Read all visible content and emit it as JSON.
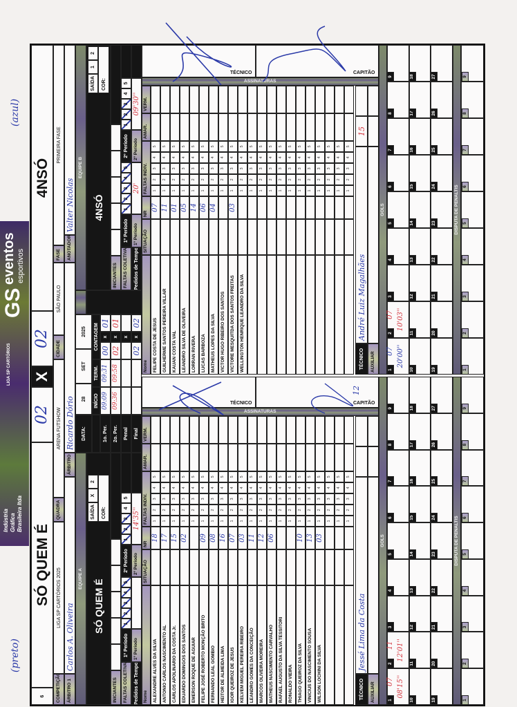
{
  "logo": {
    "igb_1": "Indústria",
    "igb_2": "Gráfica",
    "igb_3": "Brasileira ltda",
    "gs": "GS",
    "eventos": "eventos",
    "esportivos": "esportivos",
    "liga": "LIGA SP CARTÓRIOS"
  },
  "notes": {
    "preto": "(preto)",
    "azul": "(azul)"
  },
  "header": {
    "sheet_no": "6",
    "team_a": "SÓ QUEM É",
    "score_a": "02",
    "vs": "X",
    "score_b": "02",
    "team_b": "4NSÓ"
  },
  "info": {
    "competicao_label": "COMPETIÇÃO",
    "competicao": "LIGA SP CARTÓRIOS 2025",
    "quadra_label": "QUADRA",
    "quadra": "ARENA FUTSHOW",
    "cidade_label": "CIDADE",
    "cidade": "SÃO PAULO",
    "fase_label": "FASE",
    "fase": "PRIMEIRA FASE",
    "arbitro1_label": "ÁRBITRO 1",
    "arbitro1": "Carlos A. Oliveira",
    "arbitro2_label": "ÁRBITRO 2",
    "arbitro2": "Ricardo Dório",
    "anotador_label": "ANOTADOR",
    "anotador": "Valter Nicolas"
  },
  "match": {
    "data_label": "DATA:",
    "day": "28",
    "month": "SET",
    "year": "2025",
    "inicio_label": "INÍCIO",
    "term_label": "TERM.",
    "contagem_label": "CONTAGEM",
    "x": "x",
    "periods": [
      {
        "label": "1o. Per.",
        "inicio": "09:09",
        "term": "09:31",
        "a": "00",
        "b": "01",
        "ink": "blue"
      },
      {
        "label": "2o. Per.",
        "inicio": "09:36",
        "term": "09:58",
        "a": "02",
        "b": "01",
        "ink": "red"
      },
      {
        "label": "Penal",
        "inicio": "",
        "term": "",
        "a": "",
        "b": "",
        "ink": "blue"
      },
      {
        "label": "Final",
        "inicio": "",
        "term": "",
        "a": "02",
        "b": "02",
        "ink": "black"
      }
    ]
  },
  "labels": {
    "saida": "SAÍDA",
    "cor": "COR:",
    "iniciantes": "INICIANTES",
    "faltas_coletivas": "FALTAS COLETIVAS",
    "periodo1": "1º Período",
    "periodo2": "2º Período",
    "pedidos": "Pedidos de Tempo",
    "nome": "Nome",
    "situacao": "SITUAÇÃO",
    "nr": "NR",
    "faltas_indiv": "FALTAS INDIV.",
    "amar": "AMAR.",
    "verm": "VERM.",
    "assinaturas": "ASSINATURAS",
    "tecnico": "TÉCNICO",
    "capitao": "CAPITÃO",
    "auxiliar": "AUXILIAR",
    "gols": "GOLS",
    "penaltis": "DISPUTA DE PENALTIS",
    "foul_numbers": [
      "1",
      "2",
      "3",
      "4",
      "5"
    ],
    "goal_numbers": [
      "1",
      "2",
      "3",
      "4",
      "5",
      "6",
      "7",
      "8",
      "9",
      "10",
      "11",
      "12",
      "13",
      "14",
      "15",
      "16",
      "17",
      "18",
      "19",
      "20",
      "21",
      "22",
      "23",
      "24",
      "25",
      "26",
      "27"
    ],
    "penalty_numbers": [
      "1",
      "2",
      "3",
      "4",
      "5",
      "6",
      "7",
      "8",
      "9"
    ]
  },
  "teams": [
    {
      "equipe_label": "EQUIPE A",
      "name": "SÓ QUEM É",
      "saida": [
        "X",
        "2"
      ],
      "faltas_coletivas": {
        "p1": 5,
        "p2": 3
      },
      "pedidos": {
        "p1": "",
        "p2": "14'35''"
      },
      "players": [
        {
          "name": "ALEXANDRE ALVES DA SILVA",
          "nr": "18"
        },
        {
          "name": "ANTONIO CARLOS NASCIMENTO AL",
          "nr": "17"
        },
        {
          "name": "CARLOS APOLINARIO DA COSTA Jr.",
          "nr": "15"
        },
        {
          "name": "EDUARDO DOMINGOS DOS SANTOS",
          "nr": "02"
        },
        {
          "name": "EMERSON ROQUE DE AGUIAR",
          "nr": ""
        },
        {
          "name": "FELIPE JOSÉ ROBERTO MONÇÃO BRITO",
          "nr": "09"
        },
        {
          "name": "FERNANDO LEAL GOMBIO",
          "nr": "08"
        },
        {
          "name": "HEITOR DE ALMEIDA LIMA",
          "nr": "16"
        },
        {
          "name": "IGOR QUEIROZ DE JESUS",
          "nr": "07"
        },
        {
          "name": "KELVEM MIGUEL PEREIRA RIBEIRO",
          "nr": "03"
        },
        {
          "name": "LEANDRO GOMES DA CONCEIÇÃO",
          "nr": "11"
        },
        {
          "name": "MARCOS OLIVEIRA MOREIRA",
          "nr": "12"
        },
        {
          "name": "MATHEUS NASCIMENTO CARVALHO",
          "nr": "06"
        },
        {
          "name": "RAFAEL AUGUSTO DA SILVA TESSITORI",
          "nr": ""
        },
        {
          "name": "RONALDO VIEIRA",
          "nr": ""
        },
        {
          "name": "THIAGO QUEIROZ DA SILVA",
          "nr": "10"
        },
        {
          "name": "VINICIUS DO NASCIMENTO SOUSA",
          "nr": "13"
        },
        {
          "name": "WILSON LOCHINI DA SILVA",
          "nr": "03"
        },
        {
          "name": "",
          "nr": ""
        },
        {
          "name": "",
          "nr": ""
        },
        {
          "name": "",
          "nr": ""
        }
      ],
      "tecnico": "Jessé Lima da Costa",
      "tecnico_extra": "",
      "auxiliar": "",
      "capitao_nr": "12",
      "goals": [
        {
          "number": "1",
          "player": "07",
          "time": "08'15''",
          "ink": "red"
        },
        {
          "number": "2",
          "player": "11",
          "time": "12'01''",
          "ink": "red"
        }
      ]
    },
    {
      "equipe_label": "EQUIPE B",
      "name": "4NSÓ",
      "saida": [
        "1",
        "2"
      ],
      "faltas_coletivas": {
        "p1": 5,
        "p2": 3
      },
      "pedidos": {
        "p1": "20'",
        "p2": "09'30''"
      },
      "players": [
        {
          "name": "FELIPE COSTA DE JESUS",
          "nr": "07"
        },
        {
          "name": "GUILHERME SANTOS PEREIRA VILLAR",
          "nr": "11"
        },
        {
          "name": "KAUAN COSTA VAL",
          "nr": "01"
        },
        {
          "name": "LEANDRO SILVA DE OLIVEIRA",
          "nr": "05"
        },
        {
          "name": "LORRAN RIVERA",
          "nr": "14"
        },
        {
          "name": "LUCAS BARBOZA",
          "nr": "06"
        },
        {
          "name": "MATHEUS LOPES DA SILVA",
          "nr": "04"
        },
        {
          "name": "VICTOR HUGO RIBEIRO DOS SANTOS",
          "nr": ""
        },
        {
          "name": "VICTORE MESQUITDA DOS SANTOS FREITAS",
          "nr": "03"
        },
        {
          "name": "WELLINGTON HENRIQUE LEANDRO DA SILVA",
          "nr": ""
        },
        {
          "name": "",
          "nr": ""
        },
        {
          "name": "",
          "nr": ""
        },
        {
          "name": "",
          "nr": ""
        },
        {
          "name": "",
          "nr": ""
        },
        {
          "name": "",
          "nr": ""
        },
        {
          "name": "",
          "nr": ""
        },
        {
          "name": "",
          "nr": ""
        },
        {
          "name": "",
          "nr": ""
        },
        {
          "name": "",
          "nr": ""
        },
        {
          "name": "",
          "nr": ""
        },
        {
          "name": "",
          "nr": ""
        }
      ],
      "tecnico": "André Luiz Magalhães",
      "tecnico_extra": "15",
      "auxiliar": "",
      "capitao_nr": "",
      "goals": [
        {
          "number": "1",
          "player": "07",
          "time": "20'00''",
          "ink": "blue"
        },
        {
          "number": "2",
          "player": "07",
          "time": "10'03''",
          "ink": "red"
        }
      ]
    }
  ]
}
